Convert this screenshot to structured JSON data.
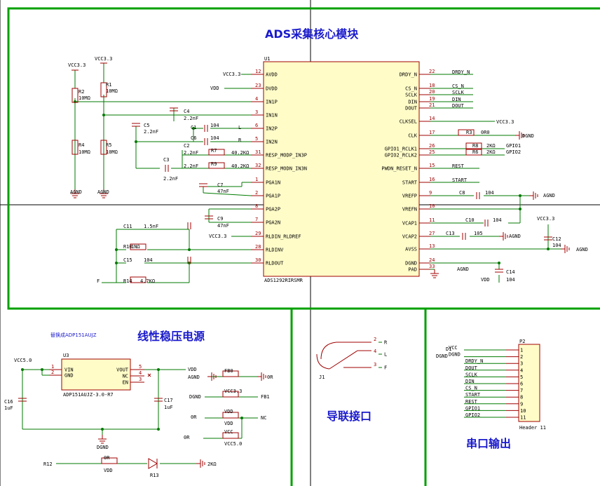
{
  "titles": {
    "ads": "ADS采集核心模块",
    "ldo": "线性稳压电源",
    "lead": "导联接口",
    "serial": "串口输出",
    "ldo_note": "替换成ADP151AUJZ"
  },
  "u1": {
    "ref": "U1",
    "value": "ADS1292RIRSMR",
    "left": [
      [
        "AVDD",
        "12"
      ],
      [
        "DVDD",
        "23"
      ],
      [
        "IN1P",
        "4"
      ],
      [
        "IN1N",
        "3"
      ],
      [
        "IN2P",
        "6"
      ],
      [
        "IN2N",
        "5"
      ],
      [
        "RESP_MODP_IN3P",
        "31"
      ],
      [
        "RESP_MODN_IN3N",
        "32"
      ],
      [
        "PGA1N",
        "1"
      ],
      [
        "PGA1P",
        "2"
      ],
      [
        "PGA2P",
        "8"
      ],
      [
        "PGA2N",
        "7"
      ],
      [
        "RLDIN_RLDREF",
        "29"
      ],
      [
        "RLDINV",
        "28"
      ],
      [
        "RLDOUT",
        "30"
      ]
    ],
    "right": [
      [
        "DRDY_N",
        "22"
      ],
      [
        "CS_N",
        "18"
      ],
      [
        "SCLK",
        "20"
      ],
      [
        "DIN",
        "19"
      ],
      [
        "DOUT",
        "21"
      ],
      [
        "CLKSEL",
        "14"
      ],
      [
        "CLK",
        "17"
      ],
      [
        "GPIO1_RCLK1",
        "26"
      ],
      [
        "GPIO2_RCLK2",
        "25"
      ],
      [
        "PWDN_RESET_N",
        "15"
      ],
      [
        "START",
        "16"
      ],
      [
        "VREFP",
        "9"
      ],
      [
        "VREFN",
        "10"
      ],
      [
        "VCAP1",
        "11"
      ],
      [
        "VCAP2",
        "27"
      ],
      [
        "AVSS",
        "13"
      ],
      [
        "DGND",
        "24"
      ],
      [
        "PAD",
        "33"
      ]
    ]
  },
  "u3": {
    "ref": "U3",
    "value": "ADP151AUJZ-3.0-R7",
    "left": [
      [
        "VIN",
        "1"
      ],
      [
        "GND",
        "2"
      ]
    ],
    "right": [
      [
        "VOUT",
        "5"
      ],
      [
        "NC",
        "4"
      ],
      [
        "EN",
        "3"
      ]
    ]
  },
  "p2": {
    "ref": "P2",
    "value": "Header 11",
    "pins": [
      "1",
      "2",
      "3",
      "4",
      "5",
      "6",
      "7",
      "8",
      "9",
      "10",
      "11"
    ],
    "nets": [
      "VCC",
      "DGND",
      "DRDY_N",
      "DOUT",
      "SCLK",
      "DIN",
      "CS_N",
      "START",
      "REST",
      "GPIO1",
      "GPIO2"
    ]
  },
  "j1": {
    "ref": "J1",
    "pins": [
      "2",
      "4",
      "3"
    ],
    "nets": [
      "R",
      "L",
      "F"
    ]
  },
  "labels": [
    "VCC3.3",
    "VCC3.3",
    "R2",
    "10MΩ",
    "R1",
    "10MΩ",
    "R4",
    "10MΩ",
    "R5",
    "10MΩ",
    "AGND",
    "AGND",
    "VCC3.3",
    "VDD",
    "C4",
    "2.2nF",
    "C5",
    "2.2nF",
    "C1",
    "104",
    "L",
    "C6",
    "104",
    "R",
    "R7",
    "40.2KΩ",
    "R9",
    "40.2KΩ",
    "C3",
    "2.2nF",
    "2.2nF",
    "C2",
    "2.2nF",
    "C7",
    "47nF",
    "C9",
    "47nF",
    "VCC3.3",
    "C11",
    "1.5nF",
    "R10",
    "1NΩ",
    "C15",
    "104",
    "R14",
    "4.7KΩ",
    "F",
    "DRDY_N",
    "CS_N",
    "SCLK",
    "DIN",
    "DOUT",
    "VCC3.3",
    "R3",
    "0R0",
    "DGND",
    "R8",
    "2KΩ",
    "R6",
    "2KΩ",
    "GPIO1",
    "GPIO2",
    "REST",
    "START",
    "C8",
    "104",
    "AGND",
    "C10",
    "104",
    "C13",
    "105",
    "AGND",
    "VCC3.3",
    "C12",
    "104",
    "AGND",
    "AGND",
    "C14",
    "104",
    "VDD",
    "VCC5.0",
    "C16",
    "1uF",
    "C17",
    "1uF",
    "DGND",
    "VDD",
    "AGND",
    "FB0",
    "0R",
    "DGND",
    "VCC3.3",
    "FB1",
    "0R",
    "VDD",
    "VDD",
    "NC",
    "0R",
    "VCC",
    "VCC5.0",
    "R12",
    "0R",
    "VDD",
    "R13",
    "2KΩ",
    "D1",
    "DGND",
    "VCC",
    "DGND"
  ]
}
